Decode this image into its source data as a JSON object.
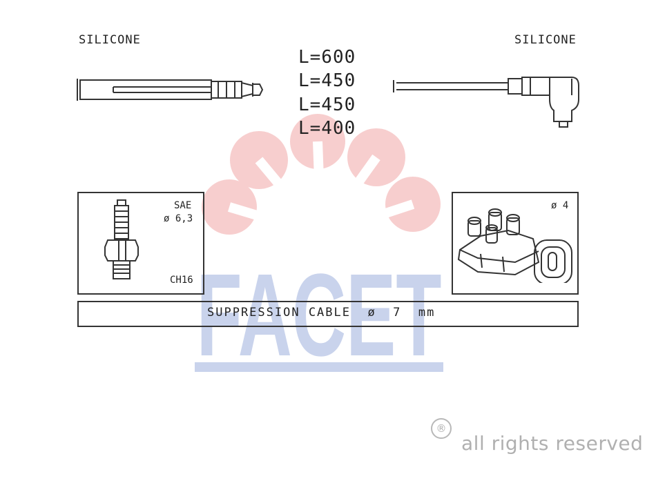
{
  "left_wire": {
    "material": "SILICONE"
  },
  "right_wire": {
    "material": "SILICONE"
  },
  "lengths": [
    "L=600",
    "L=450",
    "L=450",
    "L=400"
  ],
  "spark_plug_box": {
    "standard": "SAE",
    "diameter": "ø 6,3",
    "code": "CH16"
  },
  "coil_box": {
    "diameter": "ø 4"
  },
  "cable": {
    "label": "SUPPRESSION CABLE  ø  7  mm"
  },
  "watermark": {
    "logo_text": "FACET",
    "rights": "all rights reserved",
    "registered_mark": "®"
  },
  "colors": {
    "logo_blue": "#c9d3ec",
    "logo_pink": "#f7c9c9",
    "line": "#333333",
    "watermark_grey": "#b0b0b0"
  }
}
